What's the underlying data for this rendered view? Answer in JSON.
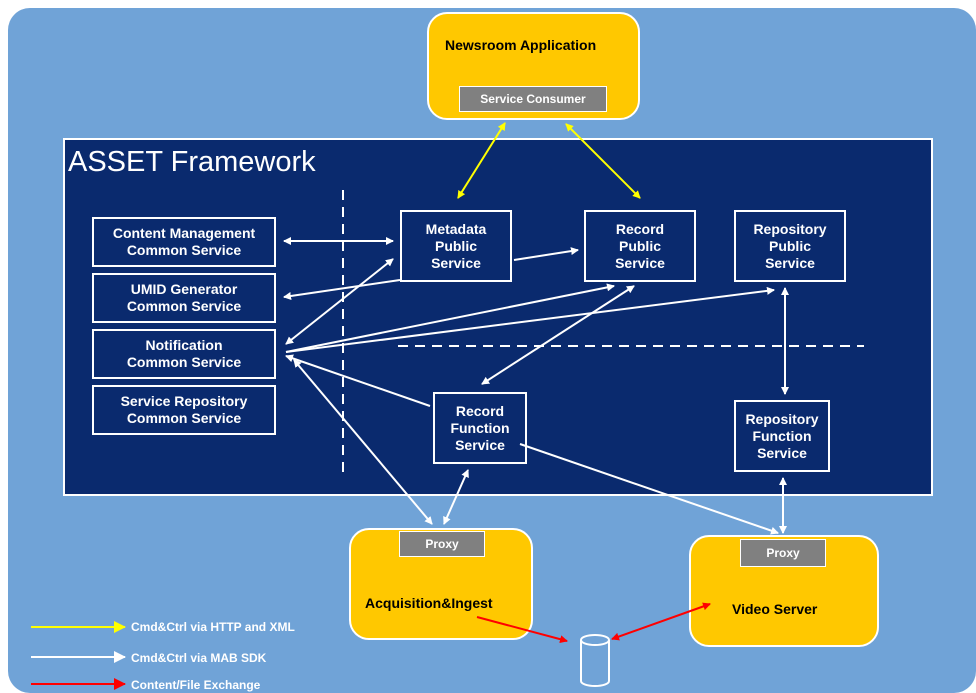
{
  "newsroom": {
    "title": "Newsroom Application",
    "consumer": "Service Consumer"
  },
  "framework": {
    "title": "ASSET Framework"
  },
  "common_services": [
    {
      "id": "content-management",
      "label": "Content Management\nCommon Service"
    },
    {
      "id": "umid-generator",
      "label": "UMID Generator\nCommon Service"
    },
    {
      "id": "notification",
      "label": "Notification\nCommon Service"
    },
    {
      "id": "service-repository",
      "label": "Service Repository\nCommon Service"
    }
  ],
  "public_services": [
    {
      "id": "metadata-public",
      "label": "Metadata\nPublic\nService"
    },
    {
      "id": "record-public",
      "label": "Record\nPublic\nService"
    },
    {
      "id": "repository-public",
      "label": "Repository\nPublic\nService"
    }
  ],
  "function_services": [
    {
      "id": "record-function",
      "label": "Record\nFunction\nService"
    },
    {
      "id": "repository-function",
      "label": "Repository\nFunction\nService"
    }
  ],
  "acquisition": {
    "title": "Acquisition&Ingest",
    "proxy": "Proxy"
  },
  "video_server": {
    "title": "Video Server",
    "proxy": "Proxy"
  },
  "legend": [
    {
      "label": "Cmd&Ctrl via HTTP and XML",
      "color": "#ffff00"
    },
    {
      "label": "Cmd&Ctrl via MAB SDK",
      "color": "#ffffff"
    },
    {
      "label": "Content/File Exchange",
      "color": "#ff0000"
    }
  ]
}
